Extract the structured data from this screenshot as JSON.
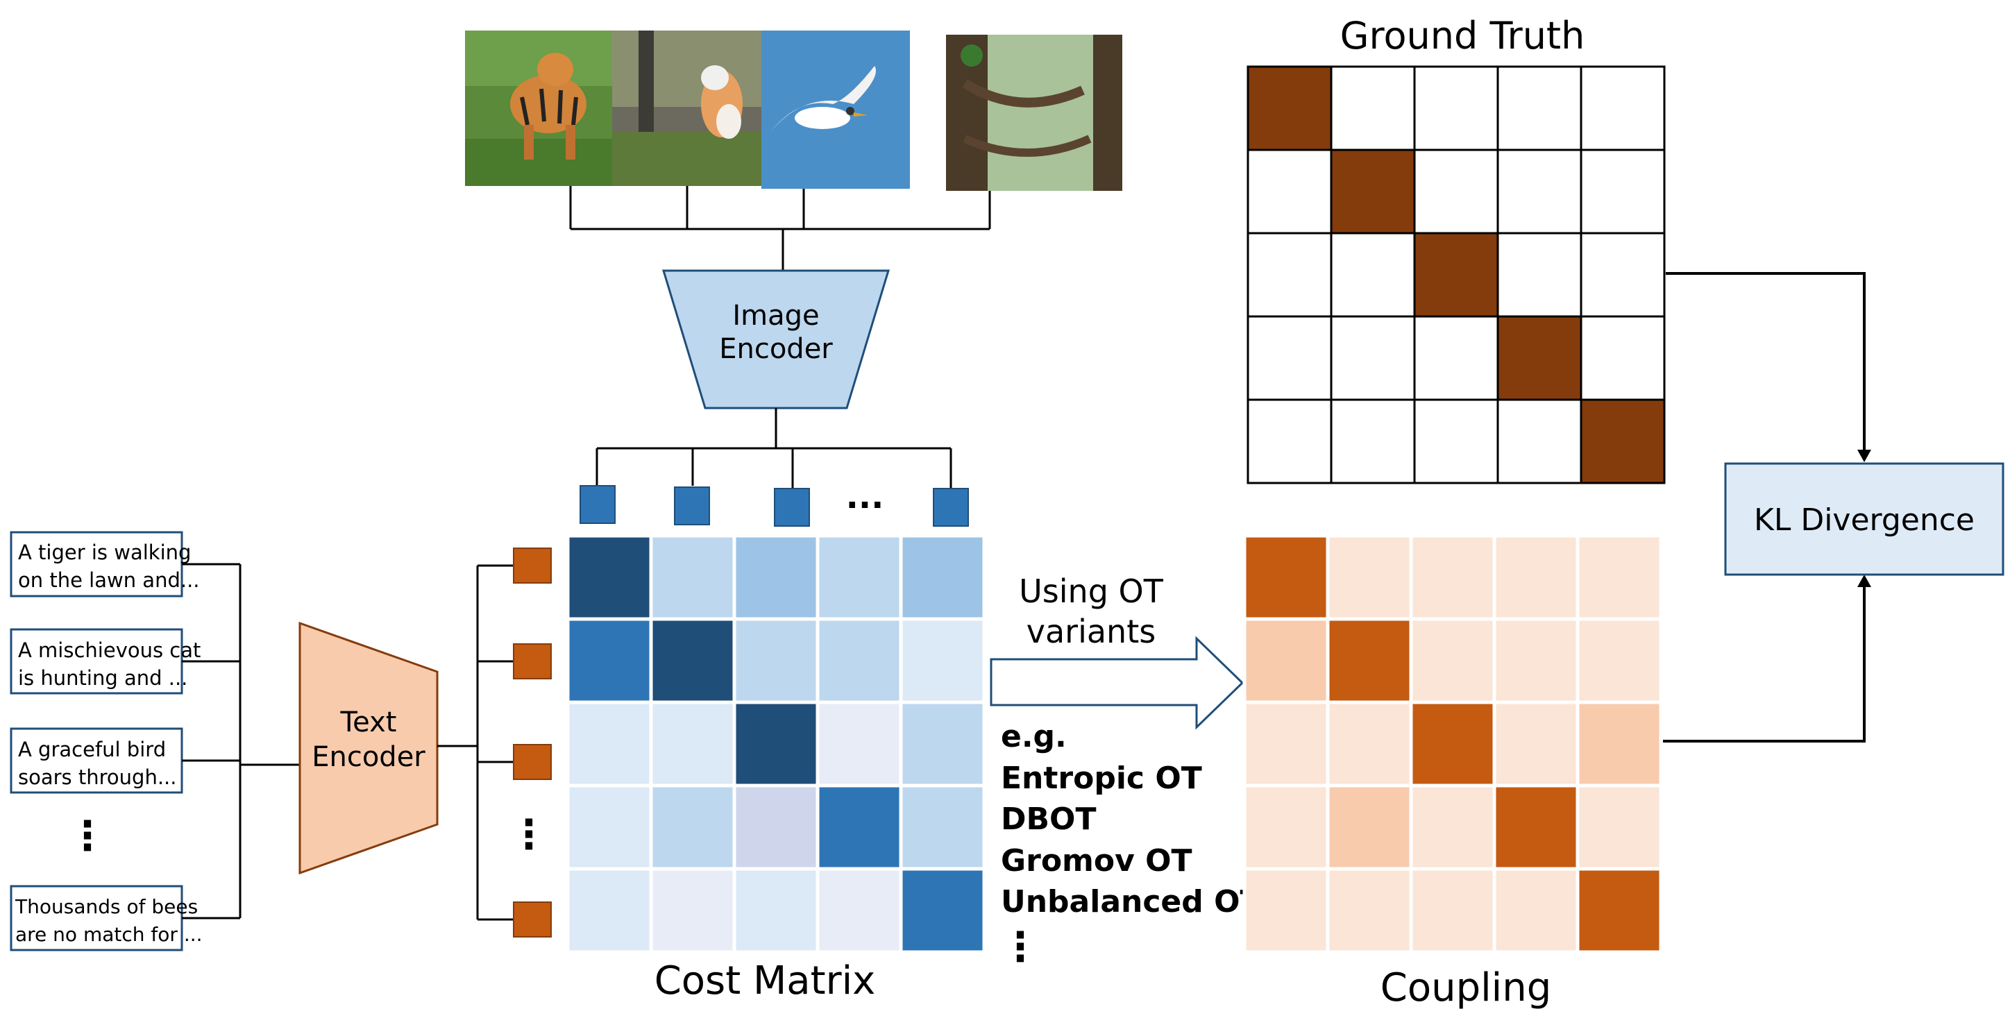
{
  "images": [
    {
      "name": "tiger-photo",
      "alt": "tiger"
    },
    {
      "name": "cat-photo",
      "alt": "cat"
    },
    {
      "name": "bird-photo",
      "alt": "bird"
    },
    {
      "name": "bees-photo",
      "alt": "bees"
    }
  ],
  "image_encoder": {
    "line1": "Image",
    "line2": "Encoder"
  },
  "text_encoder": {
    "line1": "Text",
    "line2": "Encoder"
  },
  "captions": [
    {
      "line1": "A tiger is walking",
      "line2": "on the lawn and..."
    },
    {
      "line1": "A mischievous cat",
      "line2": "is hunting and ..."
    },
    {
      "line1": "A graceful bird",
      "line2": "soars through..."
    },
    {
      "line1": "Thousands of bees",
      "line2": "are no match for ..."
    }
  ],
  "ellipsis_h": "...",
  "ellipsis_v": "⋮",
  "cost_matrix": {
    "title": "Cost Matrix",
    "cells": [
      [
        "#1f4e79",
        "#bdd7ee",
        "#9dc3e6",
        "#bdd7ee",
        "#9dc3e6"
      ],
      [
        "#2e75b6",
        "#1f4e79",
        "#bdd7ee",
        "#bdd7ee",
        "#dce9f6"
      ],
      [
        "#dce9f6",
        "#dce9f6",
        "#1f4e79",
        "#e8ecf7",
        "#bdd7ee"
      ],
      [
        "#dce9f6",
        "#bdd7ee",
        "#cfd6ec",
        "#2e75b6",
        "#bdd7ee"
      ],
      [
        "#dce9f6",
        "#e8ecf7",
        "#dce9f6",
        "#e8ecf7",
        "#2e75b6"
      ]
    ]
  },
  "ot_arrow": {
    "line1": "Using OT",
    "line2": "variants"
  },
  "ot_variants": {
    "eg": "e.g.",
    "items": [
      "Entropic OT",
      "DBOT",
      "Gromov OT",
      "Unbalanced OT"
    ],
    "more": "⋮"
  },
  "ground_truth": {
    "title": "Ground Truth",
    "cells": [
      [
        "#843c0c",
        "#ffffff",
        "#ffffff",
        "#ffffff",
        "#ffffff"
      ],
      [
        "#ffffff",
        "#843c0c",
        "#ffffff",
        "#ffffff",
        "#ffffff"
      ],
      [
        "#ffffff",
        "#ffffff",
        "#843c0c",
        "#ffffff",
        "#ffffff"
      ],
      [
        "#ffffff",
        "#ffffff",
        "#ffffff",
        "#843c0c",
        "#ffffff"
      ],
      [
        "#ffffff",
        "#ffffff",
        "#ffffff",
        "#ffffff",
        "#843c0c"
      ]
    ]
  },
  "coupling": {
    "title": "Coupling",
    "cells": [
      [
        "#c55a11",
        "#fbe5d6",
        "#fbe5d6",
        "#fbe5d6",
        "#fbe5d6"
      ],
      [
        "#f8cbad",
        "#c55a11",
        "#fbe5d6",
        "#fbe5d6",
        "#fbe5d6"
      ],
      [
        "#fbe5d6",
        "#fbe5d6",
        "#c55a11",
        "#fbe5d6",
        "#f8cbad"
      ],
      [
        "#fbe5d6",
        "#f8cbad",
        "#fbe5d6",
        "#c55a11",
        "#fbe5d6"
      ],
      [
        "#fbe5d6",
        "#fbe5d6",
        "#fbe5d6",
        "#fbe5d6",
        "#c55a11"
      ]
    ]
  },
  "kl": {
    "label": "KL Divergence"
  },
  "colors": {
    "encoder_blue": "#bdd7ee",
    "encoder_orange": "#f8cbad",
    "token_blue": "#2e75b6",
    "token_orange": "#c55a11",
    "kl_fill": "#deebf7",
    "caption_border": "#1f4e79"
  }
}
